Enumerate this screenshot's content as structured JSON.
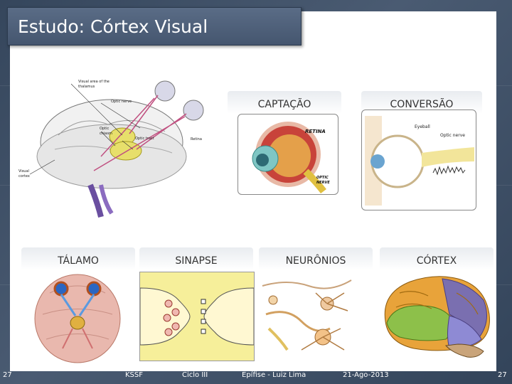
{
  "slide": {
    "title": "Estudo: Córtex Visual",
    "slide_number": "27"
  },
  "labels": {
    "captacao": "CAPTAÇÃO",
    "conversao": "CONVERSÃO",
    "talamo": "TÁLAMO",
    "sinapse": "SINAPSE",
    "neuronios": "NEURÔNIOS",
    "cortex": "CÓRTEX"
  },
  "brain_diagram": {
    "visual_area_thalamus": "Visual area of the thalamus",
    "optic_nerve": "Optic nerve",
    "optic_chiasm": "Optic chiasm",
    "optic_tract": "Optic tract",
    "retina": "Retina",
    "visual_cortex": "Visual cortex"
  },
  "eye_diagram": {
    "retina": "RETINA",
    "optic_nerve": "OPTIC NERVE"
  },
  "conversion_diagram": {
    "eyeball": "Eyeball",
    "optic_nerve": "Optic nerve"
  },
  "footer": {
    "number_left": "27",
    "org": "KSSF",
    "cycle": "Ciclo III",
    "topic": "Epífise - Luiz Lima",
    "date": "21-Ago-2013",
    "number_right": "27"
  },
  "colors": {
    "background": "#3f5068",
    "title_bar": "#52637c",
    "cortex_orange": "#e8a33a",
    "cortex_purple": "#7a6fb0",
    "cortex_green": "#8dc04a",
    "synapse_yellow": "#f6ef9a"
  }
}
